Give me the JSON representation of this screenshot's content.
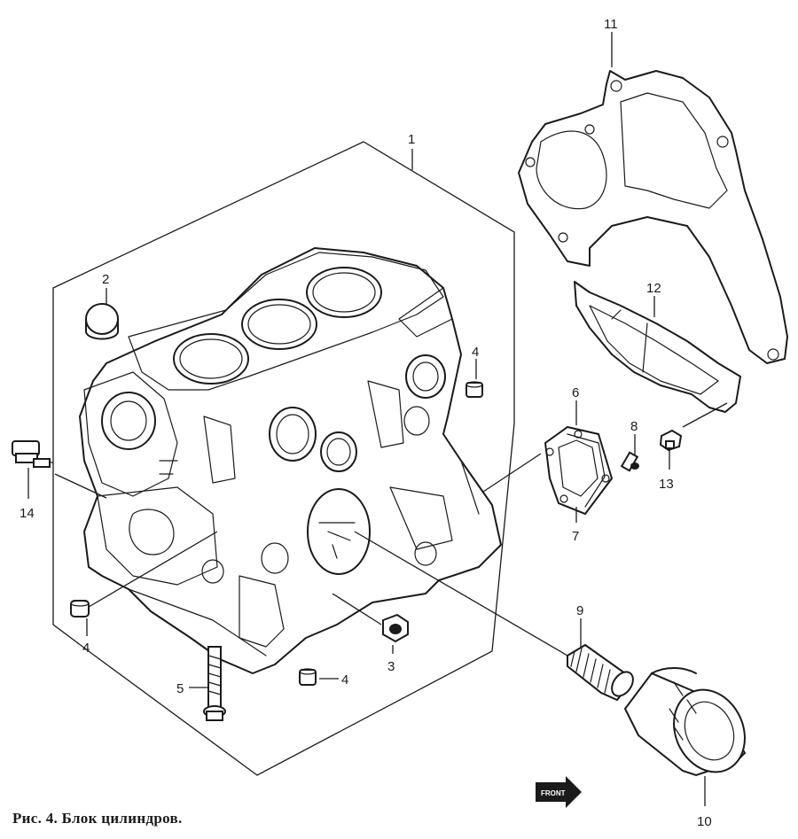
{
  "caption": "Рис. 4. Блок цилиндров.",
  "callouts": {
    "c1": "1",
    "c2": "2",
    "c3": "3",
    "c4a": "4",
    "c4b": "4",
    "c4c": "4",
    "c5": "5",
    "c6": "6",
    "c7": "7",
    "c8": "8",
    "c9": "9",
    "c10": "10",
    "c11": "11",
    "c12": "12",
    "c13": "13",
    "c14": "14"
  },
  "front_arrow_label": "FRONT"
}
